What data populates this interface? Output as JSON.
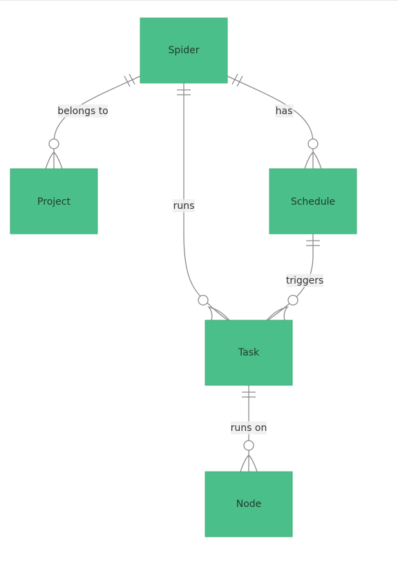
{
  "diagram": {
    "entities": {
      "spider": "Spider",
      "project": "Project",
      "schedule": "Schedule",
      "task": "Task",
      "node": "Node"
    },
    "relationships": {
      "spider_project": "belongs to",
      "spider_schedule": "has",
      "spider_task": "runs",
      "schedule_task": "triggers",
      "task_node": "runs on"
    },
    "colors": {
      "entity_fill": "#4bbf8a",
      "line": "#8a8a8a"
    }
  }
}
